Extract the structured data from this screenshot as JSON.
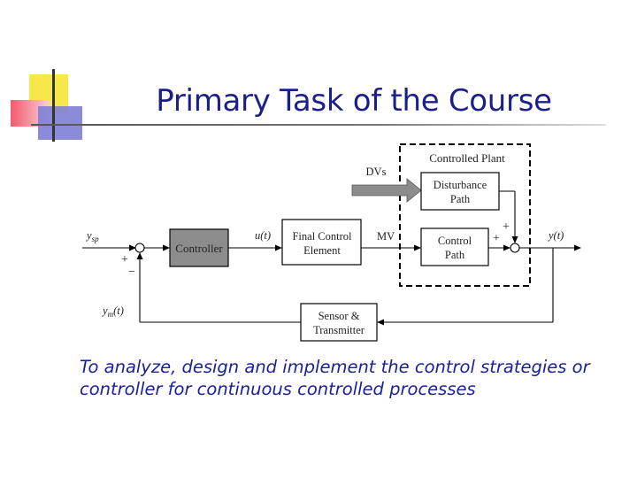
{
  "slide": {
    "title": "Primary Task of the Course",
    "caption": "To analyze, design and implement the control strategies or controller for continuous controlled processes"
  },
  "diagram": {
    "plant_label": "Controlled Plant",
    "disturbance_input": "DVs",
    "disturbance_block": [
      "Disturbance",
      "Path"
    ],
    "control_block": [
      "Control",
      "Path"
    ],
    "controller_block": "Controller",
    "final_element_block": [
      "Final Control",
      "Element"
    ],
    "sensor_block": [
      "Sensor &",
      "Transmitter"
    ],
    "setpoint_label": "y",
    "setpoint_sub": "sp",
    "controller_output": "u(t)",
    "manipulated_variable": "MV",
    "output_label": "y(t)",
    "measured_label": "y",
    "measured_sub": "m",
    "measured_arg": "(t)",
    "sum1_plus": "+",
    "sum1_minus": "−",
    "sum2_plus_a": "+",
    "sum2_plus_b": "+"
  },
  "colors": {
    "title": "#1b1f8a",
    "caption": "#1a1f9a",
    "controller_fill": "#8c8c8c",
    "arrow_fill": "#8c8c8c"
  }
}
